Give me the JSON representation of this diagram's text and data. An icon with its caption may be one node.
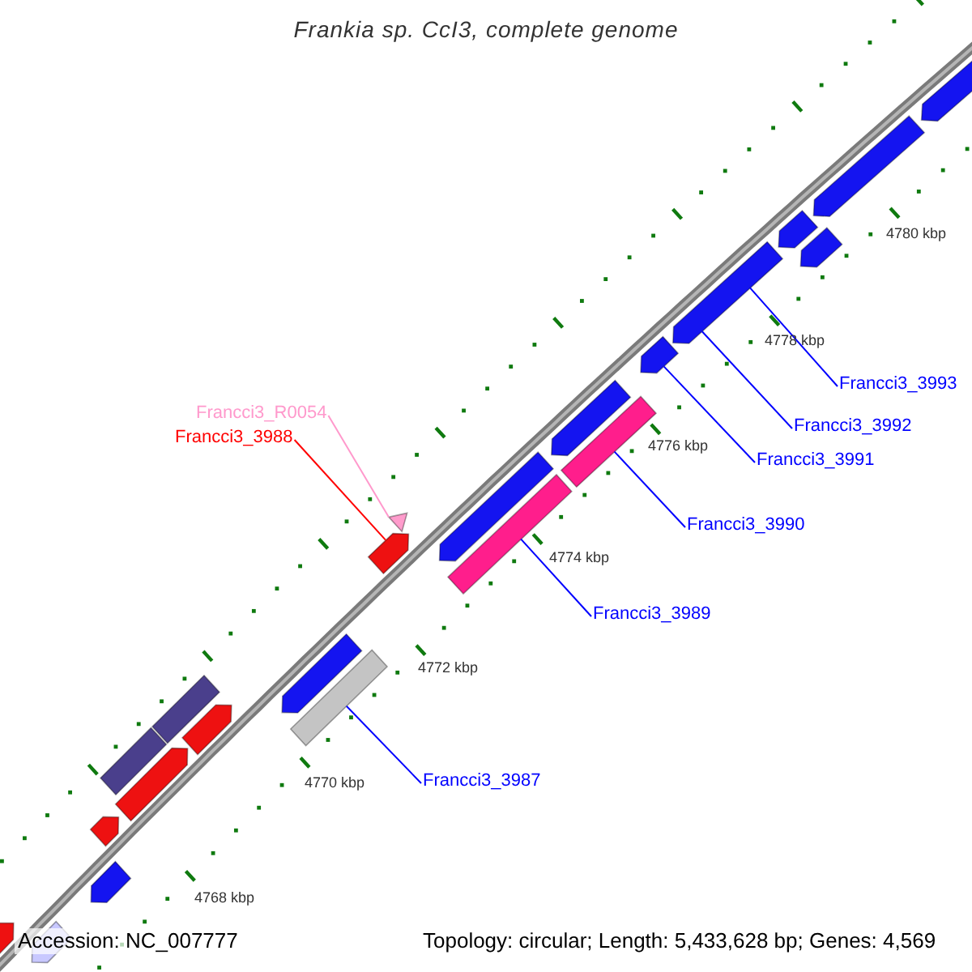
{
  "diagram": {
    "title": "Frankia sp. CcI3, complete genome",
    "nodes": [
      {
        "text": [
          "Francci3_R0054"
        ]
      },
      {
        "text": [
          "Francci3_3988"
        ]
      },
      {
        "text": [
          "Francci3_3993"
        ]
      },
      {
        "text": [
          "Francci3_3992"
        ]
      },
      {
        "text": [
          "Francci3_3991"
        ]
      },
      {
        "text": [
          "Francci3_3990"
        ]
      },
      {
        "text": [
          "Francci3_3989"
        ]
      },
      {
        "text": [
          "Francci3_3987"
        ]
      },
      {
        "text": [],
        "shape": "arrow"
      },
      {
        "text": [],
        "shape": "arrow"
      },
      {
        "text": [],
        "shape": "arrow"
      },
      {
        "text": [],
        "shape": "arrow"
      },
      {
        "text": [],
        "shape": "arrow"
      },
      {
        "text": [],
        "shape": "arrow"
      },
      {
        "text": [],
        "shape": "arrow"
      },
      {
        "text": [],
        "shape": "bar"
      },
      {
        "text": [],
        "shape": "arrow"
      },
      {
        "text": [],
        "shape": "bar"
      },
      {
        "text": [],
        "shape": "arrow"
      },
      {
        "text": [],
        "shape": "arrow"
      },
      {
        "text": [],
        "shape": "arrow"
      },
      {
        "text": [],
        "shape": "bar"
      },
      {
        "text": [],
        "shape": "arrow"
      },
      {
        "text": [],
        "shape": "bar"
      },
      {
        "text": [],
        "shape": "bar"
      },
      {
        "text": [],
        "shape": "arrow"
      },
      {
        "text": [],
        "shape": "arrow"
      },
      {
        "text": [],
        "shape": "arrow"
      },
      {
        "text": [],
        "shape": "arrow"
      },
      {
        "text": [],
        "shape": "arrow"
      }
    ],
    "edges": [
      {
        "from": 0,
        "to": 18,
        "arrow": "none",
        "color": "#ff99cc"
      },
      {
        "from": 1,
        "to": 19,
        "arrow": "none",
        "color": "#ff0000"
      },
      {
        "from": 2,
        "to": 12,
        "arrow": "none"
      },
      {
        "from": 3,
        "to": 12,
        "arrow": "none"
      },
      {
        "from": 4,
        "to": 13,
        "arrow": "none"
      },
      {
        "from": 5,
        "to": 15,
        "arrow": "none"
      },
      {
        "from": 6,
        "to": 17,
        "arrow": "none"
      },
      {
        "from": 7,
        "to": 21,
        "arrow": "none"
      }
    ],
    "labels": [
      "4780 kbp",
      "4778 kbp",
      "4776 kbp",
      "4774 kbp",
      "4772 kbp",
      "4770 kbp",
      "4768 kbp",
      "Accession: NC_007777",
      "Topology: circular; Length: 5,433,628 bp; Genes: 4,569"
    ]
  }
}
